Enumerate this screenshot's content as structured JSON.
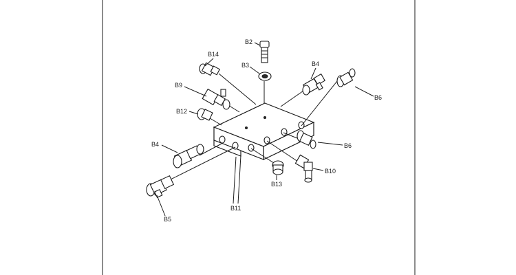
{
  "diagram": {
    "callouts": {
      "b2": "B2",
      "b3": "B3",
      "b14": "B14",
      "b4_top": "B4",
      "b9": "B9",
      "b6_right": "B6",
      "b12": "B12",
      "b4_left": "B4",
      "b6_lower": "B6",
      "b10": "B10",
      "b13": "B13",
      "b11": "B11",
      "b5": "B5"
    }
  }
}
